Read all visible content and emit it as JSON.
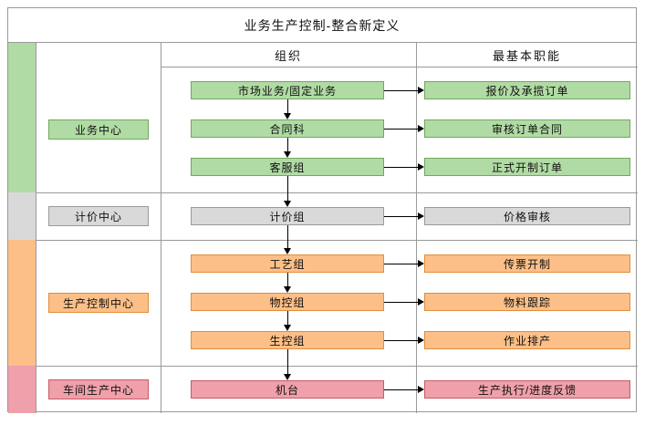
{
  "title": "业务生产控制-整合新定义",
  "headers": {
    "organization": "组织",
    "basic_function": "最基本职能"
  },
  "colors": {
    "grid": "#9a9a9a",
    "arrow": "#000000",
    "background": "#ffffff"
  },
  "sections": [
    {
      "label": "业务中心",
      "fill": "#b1dba4",
      "border": "#6fa95a",
      "rows": [
        {
          "org": "市场业务/固定业务",
          "func": "报价及承揽订单"
        },
        {
          "org": "合同科",
          "func": "审核订单合同"
        },
        {
          "org": "客服组",
          "func": "正式开制订单"
        }
      ]
    },
    {
      "label": "计价中心",
      "fill": "#d9d9d9",
      "border": "#9a9a9a",
      "rows": [
        {
          "org": "计价组",
          "func": "价格审核"
        }
      ]
    },
    {
      "label": "生产控制中心",
      "fill": "#fcbf87",
      "border": "#e08e3c",
      "rows": [
        {
          "org": "工艺组",
          "func": "传票开制"
        },
        {
          "org": "物控组",
          "func": "物料跟踪"
        },
        {
          "org": "生控组",
          "func": "作业排产"
        }
      ]
    },
    {
      "label": "车间生产中心",
      "fill": "#efa0aa",
      "border": "#c75b66",
      "rows": [
        {
          "org": "机台",
          "func": "生产执行/进度反馈"
        }
      ]
    }
  ]
}
